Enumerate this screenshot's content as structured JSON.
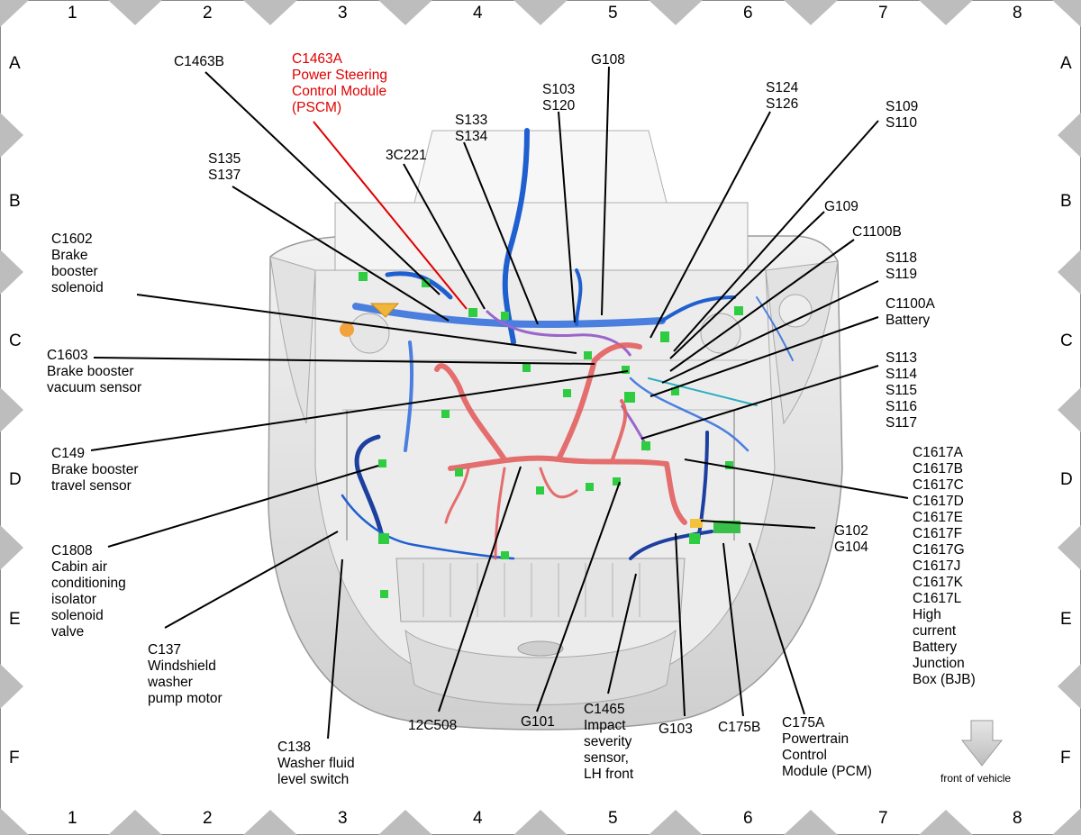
{
  "grid": {
    "cols": [
      "1",
      "2",
      "3",
      "4",
      "5",
      "6",
      "7",
      "8"
    ],
    "rows": [
      "A",
      "B",
      "C",
      "D",
      "E",
      "F"
    ]
  },
  "labels": {
    "c1463b": "C1463B",
    "c1463a": "C1463A\nPower Steering\nControl Module\n(PSCM)",
    "g108": "G108",
    "s103": "S103\nS120",
    "s133": "S133\nS134",
    "s124": "S124\nS126",
    "s109": "S109\nS110",
    "s135": "S135\nS137",
    "c3221": "3C221",
    "g109": "G109",
    "c1100b": "C1100B",
    "c1602": "C1602\nBrake\nbooster\nsolenoid",
    "s118": "S118\nS119",
    "c1100a": "C1100A\nBattery",
    "c1603": "C1603\nBrake booster\nvacuum sensor",
    "s113": "S113\nS114\nS115\nS116\nS117",
    "c149": "C149\nBrake booster\ntravel sensor",
    "c1617": "C1617A\nC1617B\nC1617C\nC1617D\nC1617E\nC1617F\nC1617G\nC1617J\nC1617K\nC1617L\nHigh\ncurrent\nBattery\nJunction\nBox (BJB)",
    "g102": "G102\nG104",
    "c1808": "C1808\nCabin air\nconditioning\nisolator\nsolenoid\nvalve",
    "c137": "C137\nWindshield\nwasher\npump motor",
    "c12c508": "12C508",
    "g101": "G101",
    "c1465": "C1465\nImpact\nseverity\nsensor,\nLH front",
    "g103": "G103",
    "c175b": "C175B",
    "c175a": "C175A\nPowertrain\nControl\nModule (PCM)",
    "c138": "C138\nWasher fluid\nlevel switch"
  },
  "footer": {
    "front": "front of vehicle"
  },
  "colors": {
    "callout": "#000000",
    "highlight": "#e00000",
    "harness_blue": "#1f5fd0",
    "harness_red": "#e46060",
    "connector": "#2ecc40",
    "body": "#d8d8d8"
  }
}
